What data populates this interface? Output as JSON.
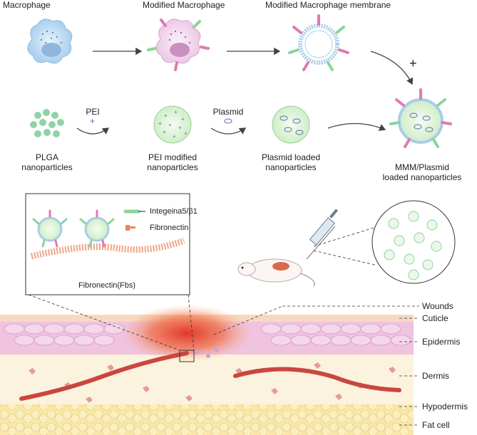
{
  "row1": {
    "macrophage": "Macrophage",
    "modified_macrophage": "Modified Macrophage",
    "modified_membrane": "Modified Macrophage membrane",
    "plus": "+"
  },
  "row2": {
    "plga_line1": "PLGA",
    "plga_line2": "nanoparticles",
    "pei": "PEI",
    "pei_mod_line1": "PEI modified",
    "pei_mod_line2": "nanoparticles",
    "plasmid": "Plasmid",
    "plasmid_np_line1": "Plasmid loaded",
    "plasmid_np_line2": "nanoparticles",
    "mmm_line1": "MMM/Plasmid",
    "mmm_line2": "loaded nanoparticles"
  },
  "inset": {
    "legend_integrin": "Integeina5/β1",
    "legend_fibronectin": "Fibronectin",
    "caption": "Fibronectin(Fbs)"
  },
  "skin_labels": {
    "wounds": "Wounds",
    "cuticle": "Cuticle",
    "epidermis": "Epidermis",
    "dermis": "Dermis",
    "hypodermis": "Hypodermis",
    "fat_cell": "Fat cell"
  },
  "colors": {
    "macrophage_blue": "#bcd9f0",
    "modified_pink": "#f3dcef",
    "membrane_blue": "#a9cde8",
    "np_green": "#8fd3a6",
    "receptor_pink": "#e07ab0",
    "receptor_green": "#8bd39b",
    "fibronectin_orange": "#e8875f",
    "epidermis_pink": "#f0c3de",
    "dermis_cream": "#fbf3de",
    "fat_yellow": "#f8e7a8",
    "wound_red": "#e8402c",
    "vessel_red": "#c9473f"
  }
}
